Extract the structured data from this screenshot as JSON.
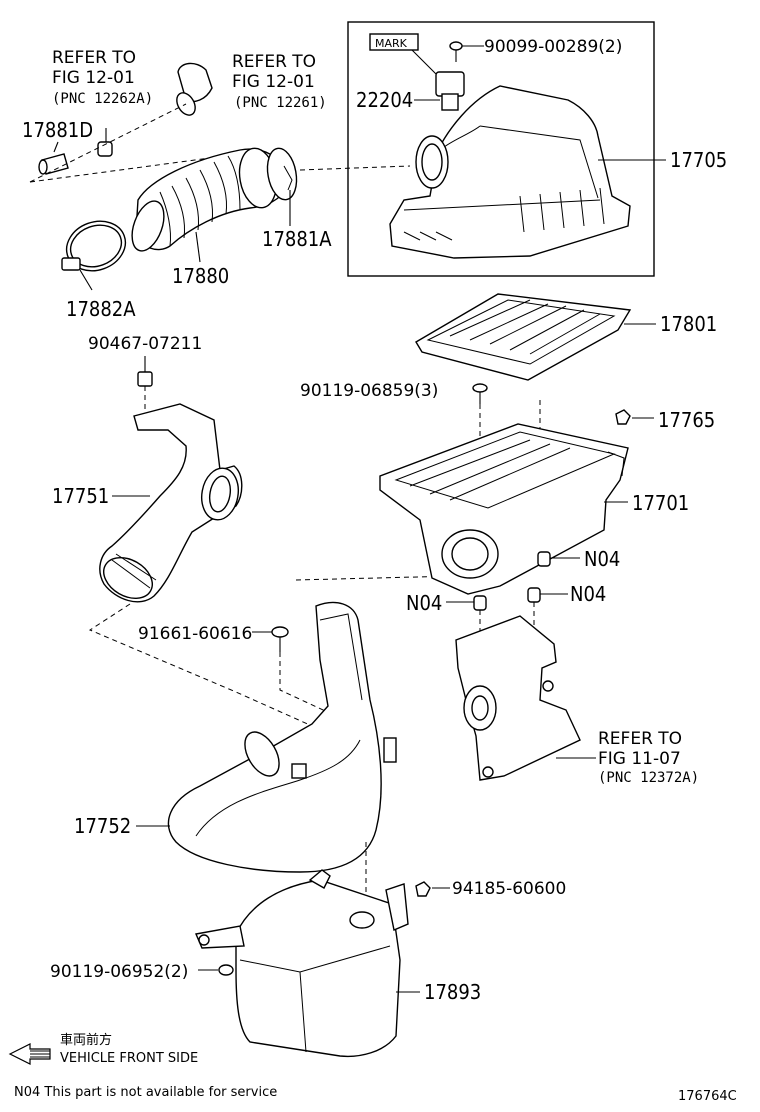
{
  "refs": {
    "left_title1": "REFER TO",
    "left_title2": "FIG 12-01",
    "left_pnc": "(PNC 12262A)",
    "mid_title1": "REFER TO",
    "mid_title2": "FIG 12-01",
    "mid_pnc": "(PNC 12261)",
    "right_title1": "REFER TO",
    "right_title2": "FIG 11-07",
    "right_pnc": "(PNC 12372A)"
  },
  "parts": {
    "p17881D": "17881D",
    "p17880": "17880",
    "p17881A": "17881A",
    "p17882A": "17882A",
    "p22204": "22204",
    "mark": "MARK",
    "p9009900289": "90099-00289(2)",
    "p17705": "17705",
    "p17801": "17801",
    "p9046707211": "90467-07211",
    "p9011906859": "90119-06859(3)",
    "p17765": "17765",
    "p17751": "17751",
    "p17701": "17701",
    "n04_a": "N04",
    "n04_b": "N04",
    "n04_c": "N04",
    "p9166160616": "91661-60616",
    "p17752": "17752",
    "p9418560600": "94185-60600",
    "p9011906952": "90119-06952(2)",
    "p17893": "17893"
  },
  "footer": {
    "front_jp": "車両前方",
    "front_en": "VEHICLE FRONT SIDE",
    "note": "N04 This part is not available for service",
    "code": "176764C"
  }
}
